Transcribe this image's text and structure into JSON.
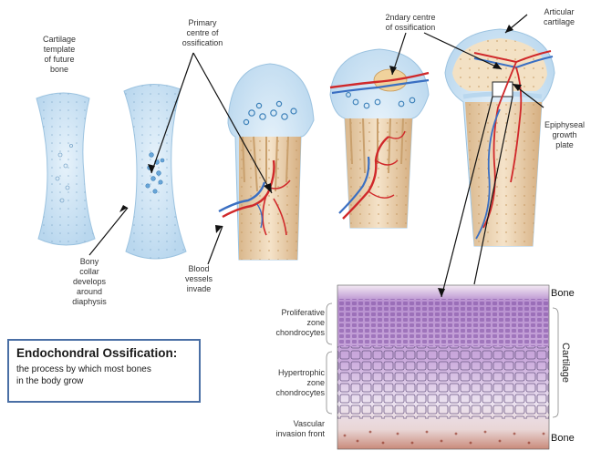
{
  "labels": {
    "cartilage_template": "Cartilage\ntemplate\nof future\nbone",
    "primary_centre": "Primary\ncentre of\nossification",
    "secondary_centre": "2ndary centre\nof ossification",
    "articular_cartilage": "Articular\ncartilage",
    "epiphyseal_growth_plate": "Epiphyseal\ngrowth\nplate",
    "bony_collar": "Bony\ncollar\ndevelops\naround\ndiaphysis",
    "blood_vessels": "Blood\nvessels\ninvade",
    "proliferative_zone": "Proliferative\nzone\nchondrocytes",
    "hypertrophic_zone": "Hypertrophic\nzone\nchondrocytes",
    "vascular_front": "Vascular\ninvasion front",
    "bone_top": "Bone",
    "cartilage_side": "Cartilage",
    "bone_bottom": "Bone"
  },
  "title_box": {
    "title": "Endochondral Ossification:",
    "subtitle": "the process by which most bones\nin the body grow"
  },
  "colors": {
    "cartilage": "#cfe3f2",
    "cartilage_edge": "#9cc3e0",
    "bone": "#f1dcc0",
    "bone_edge": "#d8b68c",
    "artery": "#d0282a",
    "vein": "#3a6fc2",
    "histology": "#b58ac9",
    "frame": "#4a6fa5"
  }
}
